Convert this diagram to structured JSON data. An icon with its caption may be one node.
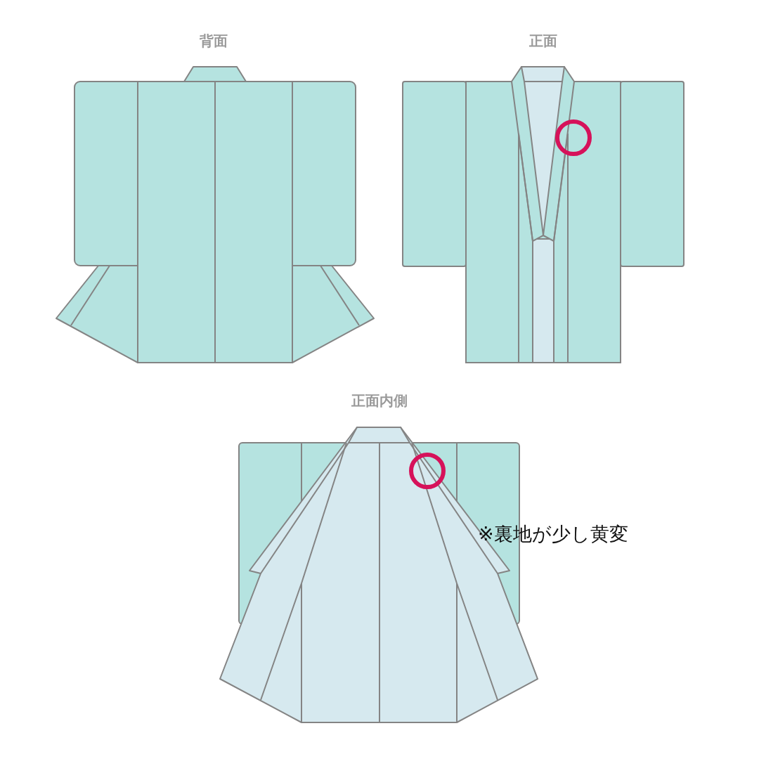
{
  "diagram": {
    "labels": [
      "背面",
      "正面",
      "正面内側",
      "※裏地が少し黄変"
    ]
  }
}
